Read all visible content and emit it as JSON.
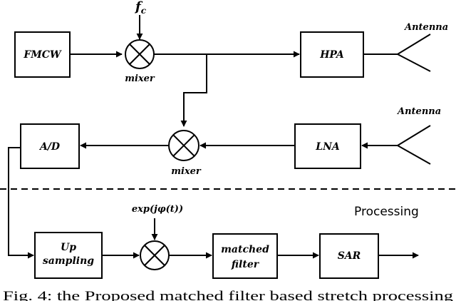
{
  "diagram": {
    "blocks": {
      "fmcw": "FMCW",
      "hpa": "HPA",
      "lna": "LNA",
      "ad": "A/D",
      "upsampling_line1": "Up",
      "upsampling_line2": "sampling",
      "matched_filter_line1": "matched",
      "matched_filter_line2": "filter",
      "sar": "SAR"
    },
    "mixers": {
      "mixer1_label": "mixer",
      "mixer2_label": "mixer"
    },
    "signals": {
      "carrier": "f",
      "carrier_sub": "c",
      "phase": "exp(jφ(t))"
    },
    "antennas": {
      "tx_label": "Antenna",
      "rx_label": "Antenna"
    },
    "section_label": "Processing"
  },
  "caption": "Fig. 4: the Proposed matched filter based stretch processing"
}
